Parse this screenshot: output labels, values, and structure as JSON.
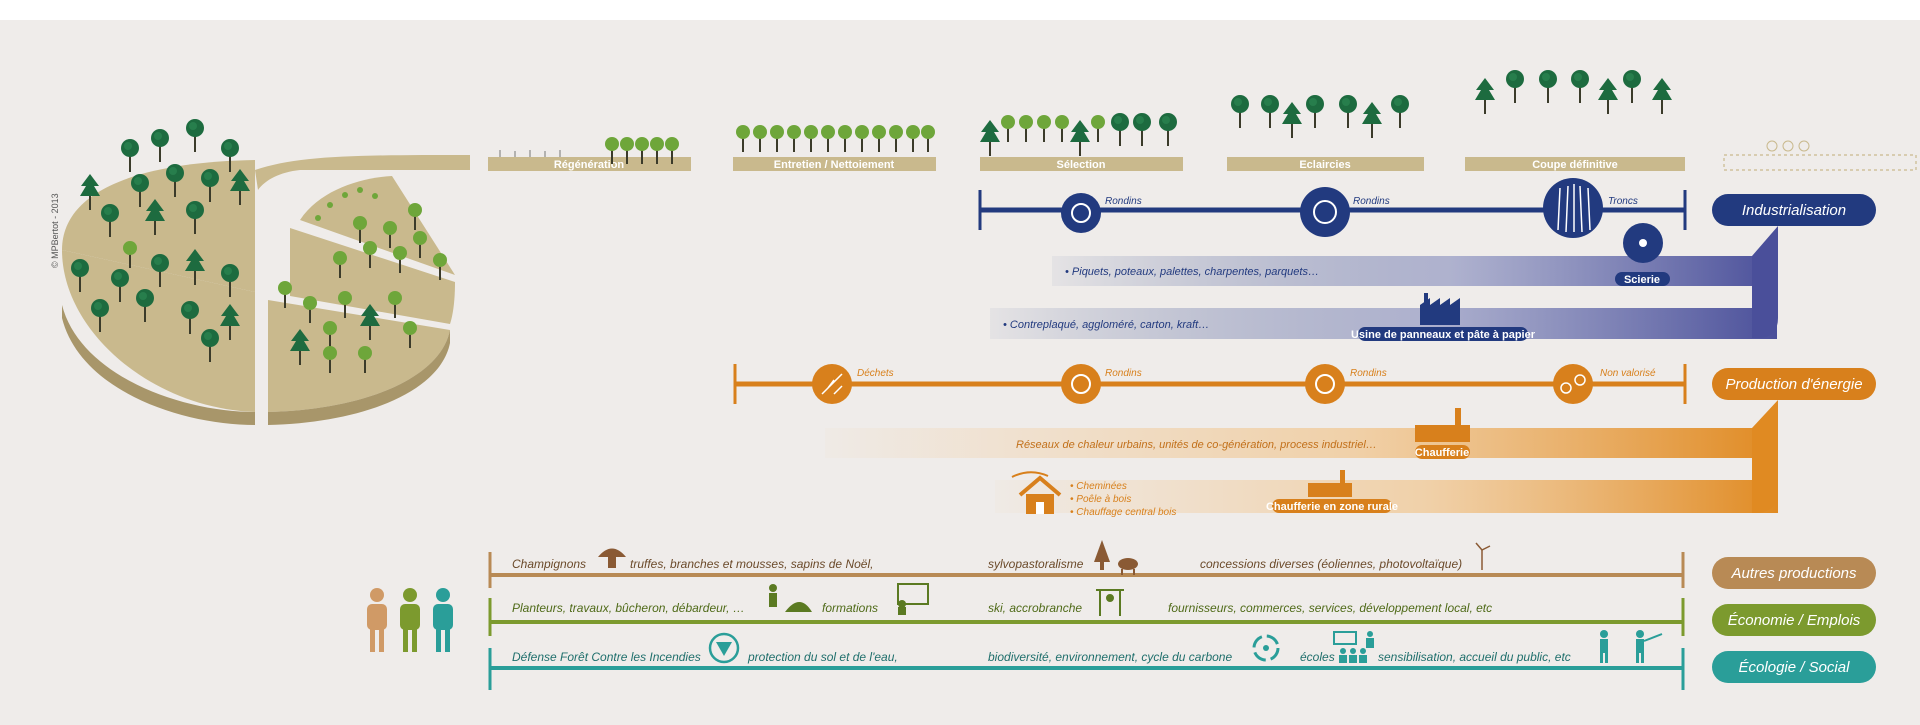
{
  "colors": {
    "background": "#efecea",
    "tan": "#c9b98d",
    "navy": "#223a7f",
    "orange": "#d8801c",
    "brown": "#b88a55",
    "olive": "#7c9a2e",
    "teal": "#2a9e99",
    "tree_dark": "#1d6b3f",
    "tree_light": "#6ea63a"
  },
  "copyright": "© MPBertot - 2013",
  "stages": [
    {
      "label": "Régénération"
    },
    {
      "label": "Entretien / Nettoiement"
    },
    {
      "label": "Sélection"
    },
    {
      "label": "Eclaircies"
    },
    {
      "label": "Coupe définitive"
    }
  ],
  "industrialisation": {
    "title": "Industrialisation",
    "nodes": [
      {
        "label": "Rondins",
        "icon": "log-end-icon"
      },
      {
        "label": "Rondins",
        "icon": "log-end-icon"
      },
      {
        "label": "Troncs",
        "icon": "trunk-icon"
      }
    ],
    "band1_text": "• Piquets, poteaux, palettes, charpentes, parquets…",
    "band1_badge": "Scierie",
    "band2_text": "• Contreplaqué, aggloméré, carton, kraft…",
    "band2_badge": "Usine de panneaux et pâte à papier"
  },
  "energy": {
    "title": "Production d'énergie",
    "nodes": [
      {
        "label": "Déchets",
        "icon": "branches-icon"
      },
      {
        "label": "Rondins",
        "icon": "log-end-icon"
      },
      {
        "label": "Rondins",
        "icon": "log-end-icon"
      },
      {
        "label": "Non valorisé",
        "icon": "logs-icon"
      }
    ],
    "band1_text": "Réseaux de chaleur urbains, unités de co-génération, process industriel…",
    "band1_badge": "Chaufferie",
    "band2_items": [
      "• Cheminées",
      "• Poêle à bois",
      "• Chauffage central bois"
    ],
    "band2_badge": "Chaufferie en zone rurale"
  },
  "other_rows": [
    {
      "title": "Autres productions",
      "texts": [
        "Champignons",
        "truffes, branches et mousses, sapins de Noël,",
        "sylvopastoralisme",
        "concessions diverses (éoliennes, photovoltaïque)"
      ]
    },
    {
      "title": "Économie / Emplois",
      "texts": [
        "Planteurs, travaux, bûcheron, débardeur, …",
        "formations",
        "ski, accrobranche",
        "fournisseurs, commerces, services, développement local, etc"
      ]
    },
    {
      "title": "Écologie / Social",
      "texts": [
        "Défense Forêt Contre les Incendies",
        "protection du sol et de l'eau,",
        "biodiversité, environnement, cycle du carbone",
        "écoles",
        "sensibilisation, accueil du public, etc"
      ]
    }
  ]
}
